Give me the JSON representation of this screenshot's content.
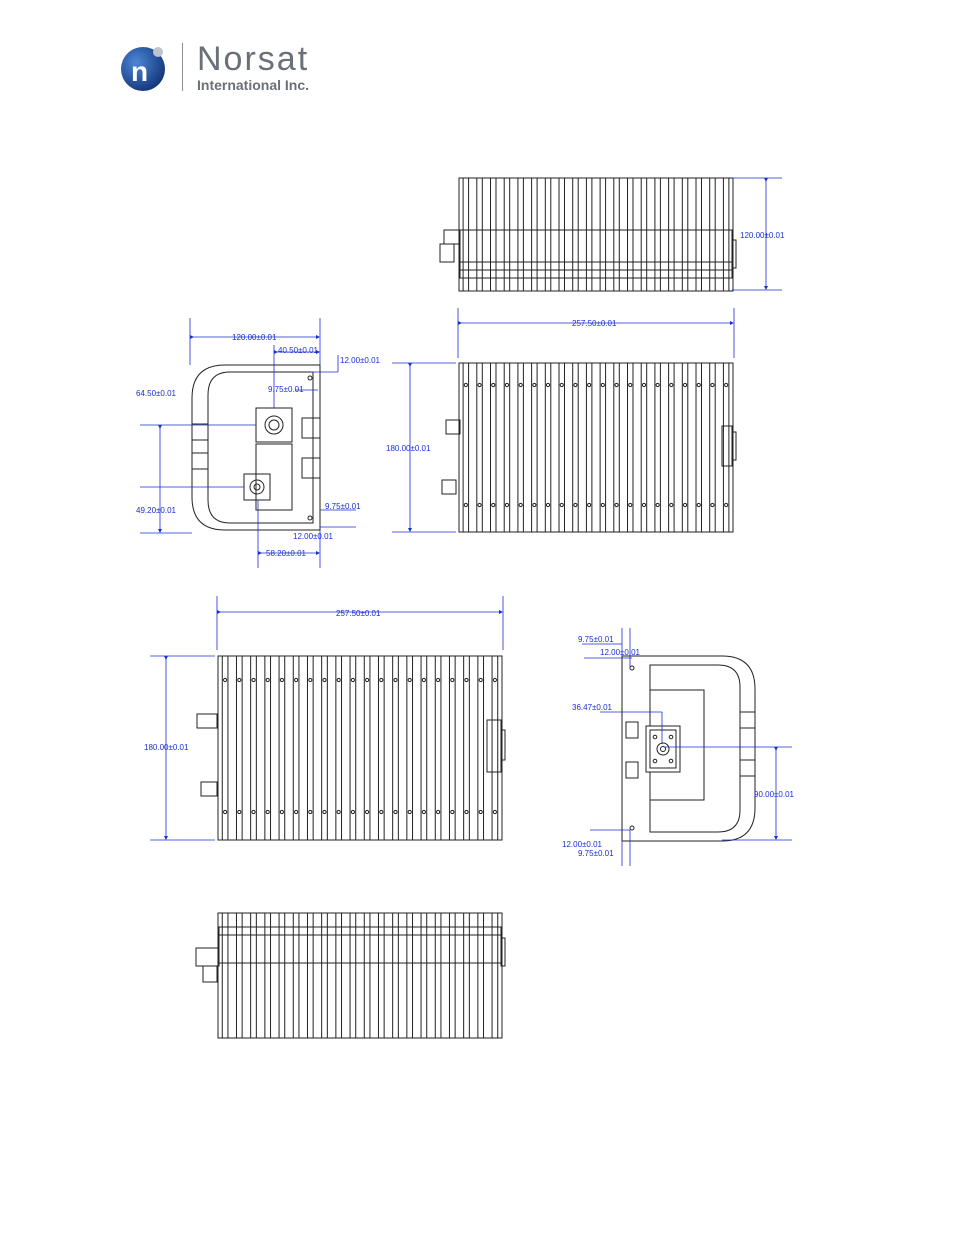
{
  "brand": {
    "name": "Norsat",
    "subtitle": "International Inc.",
    "logo_letter": "n"
  },
  "colors": {
    "dimension": "#1a2ed6",
    "outline": "#222222",
    "logo_blue": "#1d4f9c",
    "logo_text": "#6a7078"
  },
  "dimensions": {
    "top_view_height": "120.00±0.01",
    "left_end_width": "120.00±0.01",
    "left_end_a": "40.50±0.01",
    "left_end_b": "12.00±0.01",
    "left_end_c": "9.75±0.01",
    "left_end_d": "64.50±0.01",
    "left_end_e": "49.20±0.01",
    "left_end_f": "9.75±0.01",
    "left_end_g": "12.00±0.01",
    "left_end_h": "58.20±0.01",
    "front_length": "257.50±0.01",
    "front_height": "180.00±0.01",
    "rear_length": "257.50±0.01",
    "rear_height": "180.00±0.01",
    "right_end_a": "9.75±0.01",
    "right_end_b": "12.00±0.01",
    "right_end_c": "36.47±0.01",
    "right_end_d": "90.00±0.01",
    "right_end_e": "12.00±0.01",
    "right_end_f": "9.75±0.01"
  }
}
